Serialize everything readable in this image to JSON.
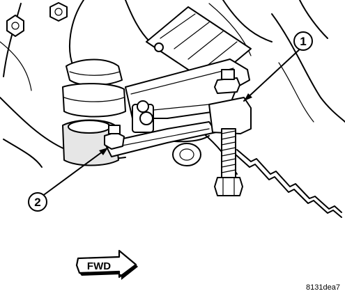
{
  "callouts": [
    {
      "id": "callout-1",
      "label": "1"
    },
    {
      "id": "callout-2",
      "label": "2"
    }
  ],
  "direction_arrow": {
    "label": "FWD"
  },
  "figure_id": "8131dea7",
  "colors": {
    "line": "#000000",
    "background": "#ffffff",
    "shade": "#e6e6e6"
  }
}
